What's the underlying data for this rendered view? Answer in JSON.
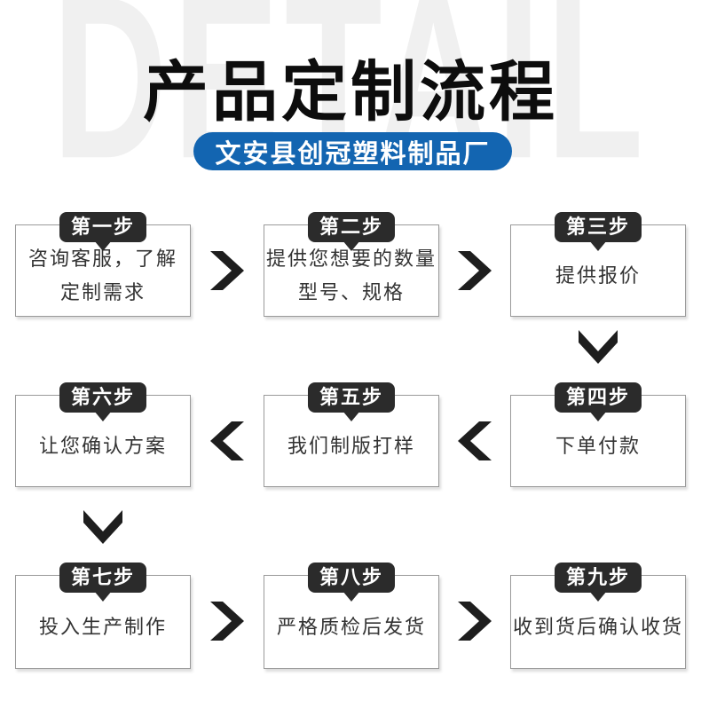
{
  "page": {
    "watermark": "DETAIL",
    "title": "产品定制流程",
    "banner": "文安县创冠塑料制品厂"
  },
  "colors": {
    "banner_blue": "#1365b1",
    "tag_black": "#2b2b2b",
    "arrow_black": "#1e1e1e",
    "box_border": "#9a9a9a",
    "text_dark": "#333333",
    "watermark_gray": "#f0f0f0"
  },
  "steps": [
    {
      "tag": "第一步",
      "line1": "咨询客服，了解",
      "line2": "定制需求"
    },
    {
      "tag": "第二步",
      "line1": "提供您想要的数量",
      "line2": "型号、规格"
    },
    {
      "tag": "第三步",
      "line1": "提供报价",
      "line2": ""
    },
    {
      "tag": "第四步",
      "line1": "下单付款",
      "line2": ""
    },
    {
      "tag": "第五步",
      "line1": "我们制版打样",
      "line2": ""
    },
    {
      "tag": "第六步",
      "line1": "让您确认方案",
      "line2": ""
    },
    {
      "tag": "第七步",
      "line1": "投入生产制作",
      "line2": ""
    },
    {
      "tag": "第八步",
      "line1": "严格质检后发货",
      "line2": ""
    },
    {
      "tag": "第九步",
      "line1": "收到货后确认收货",
      "line2": ""
    }
  ]
}
